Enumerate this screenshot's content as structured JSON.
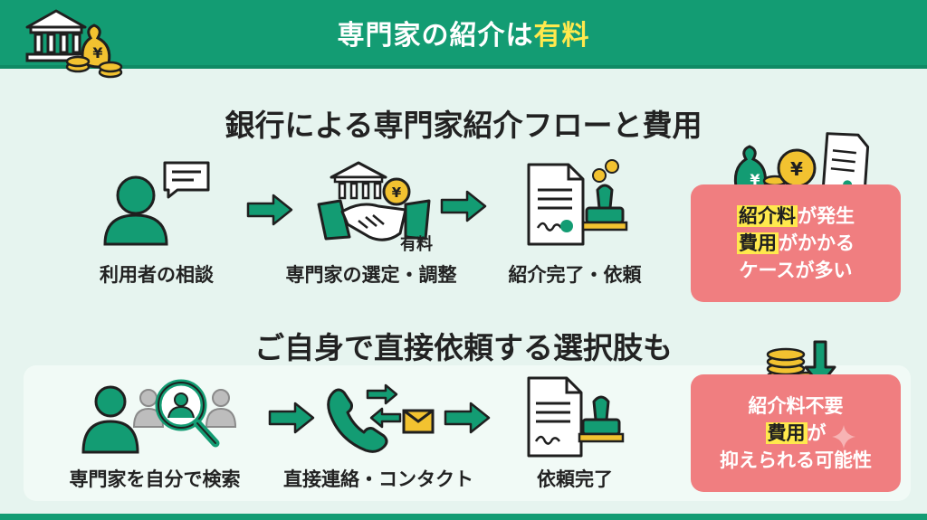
{
  "header": {
    "title_main": "専門家の紹介は",
    "title_highlight": "有料",
    "icon": "bank-money-icon"
  },
  "section1": {
    "title": "銀行による専門家紹介フローと費用",
    "steps": [
      {
        "label": "利用者の相談",
        "icon": "user-speech-icon"
      },
      {
        "label": "専門家の選定・調整",
        "icon": "bank-handshake-icon",
        "note": "有料"
      },
      {
        "label": "紹介完了・依頼",
        "icon": "document-stamp-icon"
      }
    ],
    "callout": {
      "line1_mark": "紹介料",
      "line1_rest": "が発生",
      "line2_mark": "費用",
      "line2_rest": "がかかる",
      "line3": "ケースが多い",
      "icon": "money-document-icon"
    }
  },
  "section2": {
    "title": "ご自身で直接依頼する選択肢も",
    "steps": [
      {
        "label": "専門家を自分で検索",
        "icon": "user-search-icon"
      },
      {
        "label": "直接連絡・コンタクト",
        "icon": "phone-mail-icon"
      },
      {
        "label": "依頼完了",
        "icon": "document-stamp-icon"
      }
    ],
    "callout": {
      "line1": "紹介料不要",
      "line2_mark": "費用",
      "line2_rest": "が",
      "line3": "抑えられる可能性",
      "icon": "coins-down-arrow-icon"
    }
  },
  "colors": {
    "primary_green": "#139c73",
    "callout_red": "#f07e80",
    "highlight_yellow": "#ffe94d",
    "background": "#e6f4ef"
  }
}
